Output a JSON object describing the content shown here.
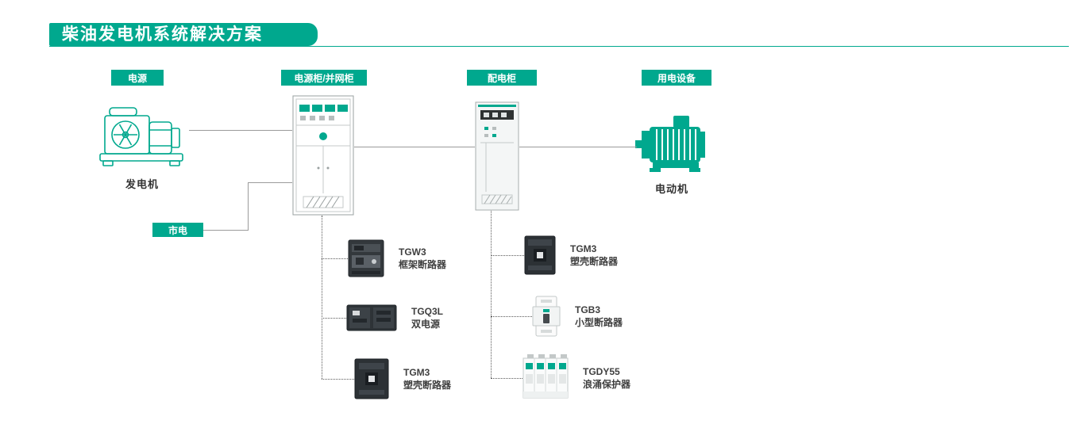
{
  "page": {
    "title": "柴油发电机系统解决方案"
  },
  "colors": {
    "accent": "#00a88e",
    "line": "#9b9b9b",
    "dotted_line": "#5a5a5a",
    "text_dark": "#3f3f3f"
  },
  "badges": {
    "power_source": "电源",
    "power_cabinet": "电源柜/并网柜",
    "distribution_cabinet": "配电柜",
    "electric_equipment": "用电设备",
    "mains": "市电"
  },
  "devices": {
    "generator": "发电机",
    "motor": "电动机"
  },
  "icons": {
    "generator": "diesel-generator-icon",
    "power_cabinet": "power-cabinet-icon",
    "distribution_cabinet": "distribution-cabinet-icon",
    "motor": "electric-motor-icon",
    "tgw3": "frame-circuit-breaker-icon",
    "tgq3l": "dual-power-switch-icon",
    "tgm3": "molded-case-breaker-icon",
    "tgb3": "miniature-breaker-icon",
    "tgdy55": "surge-protector-icon"
  },
  "products": {
    "power_cabinet_branch": [
      {
        "model": "TGW3",
        "name": "框架断路器"
      },
      {
        "model": "TGQ3L",
        "name": "双电源"
      },
      {
        "model": "TGM3",
        "name": "塑壳断路器"
      }
    ],
    "distribution_branch": [
      {
        "model": "TGM3",
        "name": "塑壳断路器"
      },
      {
        "model": "TGB3",
        "name": "小型断路器"
      },
      {
        "model": "TGDY55",
        "name": "浪涌保护器"
      }
    ]
  }
}
